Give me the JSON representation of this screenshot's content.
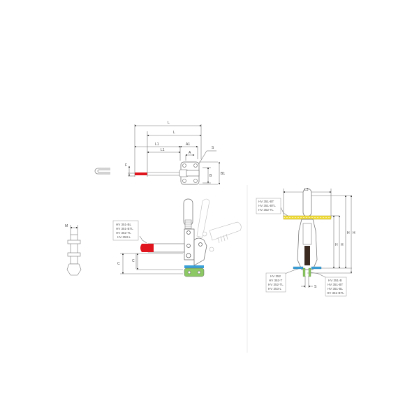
{
  "diagram": {
    "title": "Vertical toggle clamp technical drawing",
    "colors": {
      "handle_grip": "#e0141c",
      "base_plate": "#8cc863",
      "base_stripe": "#3aa0d8",
      "flanged_base": "#f1dc3a",
      "line": "#555555"
    },
    "top_view": {
      "dimensions": {
        "L_outer": "L",
        "L_inner": "L",
        "L1_outer": "L1",
        "L1_inner": "L1",
        "A1": "A1",
        "A": "A",
        "S": "S",
        "F": "F",
        "B": "B",
        "B1": "B1"
      }
    },
    "side_view": {
      "dimensions": {
        "C_outer": "C",
        "C_inner": "C"
      },
      "callout_models": [
        "HV 351-BL",
        "HV 351-BTL",
        "HV 352-TL",
        "HV 353-L"
      ]
    },
    "front_view": {
      "dimensions": {
        "L3": "L3",
        "H1": "H",
        "H2": "H",
        "H3": "H",
        "H4": "H",
        "S": "S"
      },
      "callout_top": [
        "HV 351-BT",
        "HV 351-BTL",
        "HV 352-TL"
      ],
      "callout_bottom_left": [
        "HV 352",
        "HV 352-T",
        "HV 352-TL",
        "HV 353-L"
      ],
      "callout_bottom_right": [
        "HV 351-B",
        "HV 351-BT",
        "HV 351-BL",
        "HV 351-BTL"
      ]
    },
    "spindle_view": {
      "dimensions": {
        "M": "M"
      }
    }
  }
}
